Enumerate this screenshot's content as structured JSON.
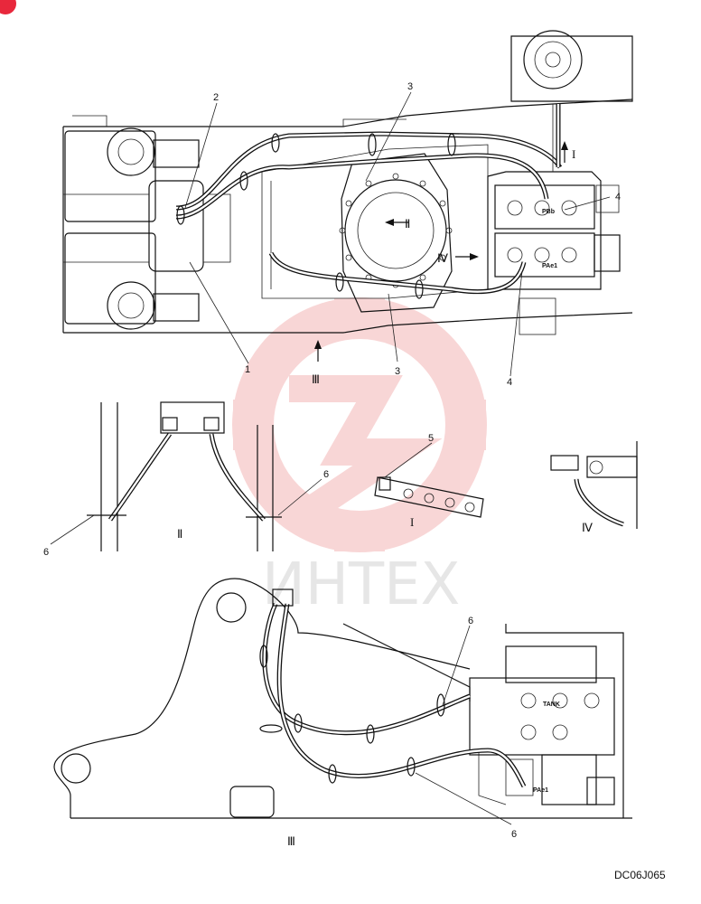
{
  "drawing_code": "DC06J065",
  "watermark": "ИHTEX",
  "colors": {
    "line": "#111111",
    "watermark_logo": "#f4b6b6",
    "corner_mark": "#e8283c"
  },
  "part_labels": {
    "l1": "1",
    "l2": "2",
    "l3a": "3",
    "l3b": "3",
    "l4a": "4",
    "l4b": "4",
    "l5": "5",
    "l6a": "6",
    "l6b": "6",
    "l6c": "6",
    "l6d": "6"
  },
  "view_markers": {
    "i": "I",
    "ii": "Ⅱ",
    "iii": "Ⅲ",
    "iv": "Ⅳ"
  },
  "view_titles": {
    "ii": "Ⅱ",
    "i": "I",
    "iv": "Ⅳ",
    "iii": "Ⅲ"
  },
  "port_labels": {
    "pbb": "PBb",
    "pae1": "PAe1",
    "tank": "TANK",
    "pae1_b": "PAe1"
  }
}
